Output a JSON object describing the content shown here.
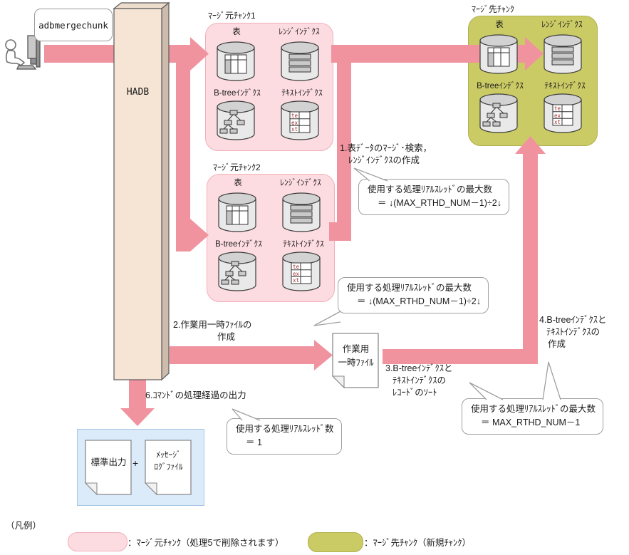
{
  "command_bubble": "adbmergechunk",
  "hadb_label": "HADB",
  "chunks": [
    {
      "title": "ﾏｰｼﾞ元ﾁｬﾝｸ1",
      "table": "表",
      "range": "ﾚﾝｼﾞｲﾝﾃﾞｸｽ",
      "btree": "B-treeｲﾝﾃﾞｸｽ",
      "text": "ﾃｷｽﾄｲﾝﾃﾞｸｽ"
    },
    {
      "title": "ﾏｰｼﾞ元ﾁｬﾝｸ2",
      "table": "表",
      "range": "ﾚﾝｼﾞｲﾝﾃﾞｸｽ",
      "btree": "B-treeｲﾝﾃﾞｸｽ",
      "text": "ﾃｷｽﾄｲﾝﾃﾞｸｽ"
    },
    {
      "title": "ﾏｰｼﾞ先ﾁｬﾝｸ",
      "table": "表",
      "range": "ﾚﾝｼﾞｲﾝﾃﾞｸｽ",
      "btree": "B-treeｲﾝﾃﾞｸｽ",
      "text": "ﾃｷｽﾄｲﾝﾃﾞｸｽ"
    }
  ],
  "steps": {
    "s1a": "1.表ﾃﾞｰﾀのﾏｰｼﾞ･検索，",
    "s1b": "ﾚﾝｼﾞｲﾝﾃﾞｸｽの作成",
    "s2a": "2.作業用一時ﾌｧｲﾙの",
    "s2b": "作成",
    "s3a": "3.B-treeｲﾝﾃﾞｸｽと",
    "s3b": "ﾃｷｽﾄｲﾝﾃﾞｸｽの",
    "s3c": "ﾚｺｰﾄﾞのｿｰﾄ",
    "s4a": "4.B-treeｲﾝﾃﾞｸｽと",
    "s4b": "ﾃｷｽﾄｲﾝﾃﾞｸｽの",
    "s4c": "作成",
    "s6": "6.ｺﾏﾝﾄﾞの処理経過の出力"
  },
  "callouts": {
    "c1": {
      "l1": "使用する処理ﾘｱﾙｽﾚｯﾄﾞの最大数",
      "l2": "＝ ↓(MAX_RTHD_NUM－1)÷2↓"
    },
    "c2": {
      "l1": "使用する処理ﾘｱﾙｽﾚｯﾄﾞの最大数",
      "l2": "＝ ↓(MAX_RTHD_NUM－1)÷2↓"
    },
    "c3": {
      "l1": "使用する処理ﾘｱﾙｽﾚｯﾄﾞの最大数",
      "l2": "＝ MAX_RTHD_NUM－1"
    },
    "c4": {
      "l1": "使用する処理ﾘｱﾙｽﾚｯﾄﾞ数",
      "l2": "＝ 1"
    }
  },
  "work_file": {
    "l1": "作業用",
    "l2": "一時ﾌｧｲﾙ"
  },
  "outputs": {
    "stdout": "標準出力",
    "plus": "+",
    "log1": "ﾒｯｾｰｼﾞ",
    "log2": "ﾛｸﾞﾌｧｲﾙ"
  },
  "text_index_rows": {
    "r1": "te",
    "r2": "ex",
    "r3": "xt"
  },
  "legend": {
    "heading": "（凡例）",
    "source": "：ﾏｰｼﾞ元ﾁｬﾝｸ（処理5で削除されます）",
    "target": "：ﾏｰｼﾞ先ﾁｬﾝｸ（新規ﾁｬﾝｸ）"
  },
  "colors": {
    "arrow": "#f0939f",
    "source_chunk_fill": "#fcdce0",
    "source_chunk_border": "#f3aeba",
    "target_chunk_fill": "#cbcb66",
    "target_chunk_border": "#b0b04e",
    "hadb_fill": "#f6e4d4",
    "output_box_fill": "#dcebfa",
    "output_box_border": "#a6c6e6",
    "text_index_letters": "#9e2a2a"
  }
}
